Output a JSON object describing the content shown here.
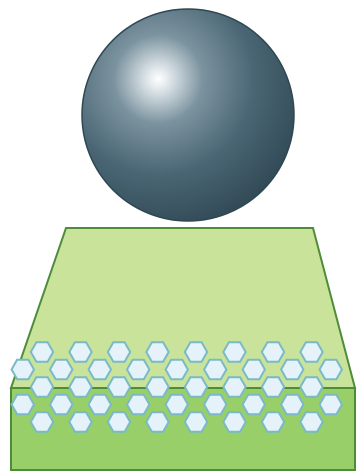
{
  "scene": {
    "objects": [
      "steel-ball",
      "trapezoid-block",
      "hexagonal-cell-layer"
    ]
  },
  "ball": {
    "color": "#4a6674",
    "highlight_color": "#ffffff",
    "shadow_color": "#2f4753"
  },
  "block": {
    "top_color": "#c9e49a",
    "front_color": "#98cf69",
    "edge_color": "#4e8c3a"
  },
  "honeycomb": {
    "cell_fill": "#e6f2f9",
    "cell_stroke": "#79bac6",
    "rows": 5,
    "cells_per_row": [
      8,
      9,
      8,
      9,
      8
    ]
  }
}
